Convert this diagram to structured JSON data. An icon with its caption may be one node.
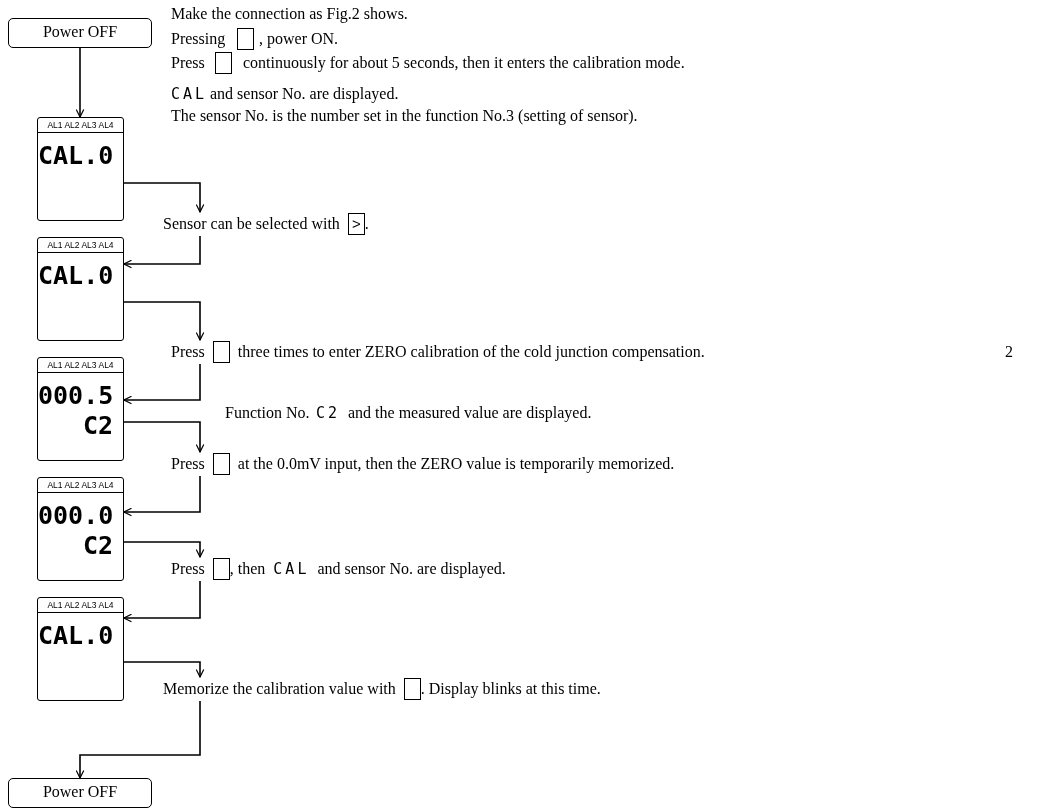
{
  "diagram": {
    "nodes": [
      {
        "text": [
          "Power OFF"
        ]
      },
      {
        "text": [
          "AL1 AL2 AL3 AL4",
          "CAL.0"
        ]
      },
      {
        "text": [
          "Sensor can be selected with",
          ">",
          "."
        ]
      },
      {
        "text": [
          "AL1 AL2 AL3 AL4",
          "CAL.0"
        ]
      },
      {
        "text": [
          "Press",
          "three times to enter ZERO calibration of the cold junction compensation."
        ]
      },
      {
        "text": [
          "AL1 AL2 AL3 AL4",
          "000.5",
          "C2"
        ]
      },
      {
        "text": [
          "Press",
          "at the 0.0mV input, then the ZERO value is temporarily memorized."
        ]
      },
      {
        "text": [
          "AL1 AL2 AL3 AL4",
          "000.0",
          "C2"
        ]
      },
      {
        "text": [
          "Press",
          ", then",
          "CAL",
          "and sensor No. are displayed."
        ]
      },
      {
        "text": [
          "AL1 AL2 AL3 AL4",
          "CAL.0"
        ]
      },
      {
        "text": [
          "Memorize the calibration value with",
          ".  Display blinks at this time."
        ]
      },
      {
        "text": [
          "Power OFF"
        ]
      }
    ],
    "edges": [
      {
        "from": 0,
        "to": 1,
        "arrow": "to"
      },
      {
        "from": 1,
        "to": 2,
        "arrow": "to"
      },
      {
        "from": 2,
        "to": 3,
        "arrow": "to"
      },
      {
        "from": 3,
        "to": 4,
        "arrow": "to"
      },
      {
        "from": 4,
        "to": 5,
        "arrow": "to"
      },
      {
        "from": 5,
        "to": 6,
        "arrow": "to"
      },
      {
        "from": 6,
        "to": 7,
        "arrow": "to"
      },
      {
        "from": 7,
        "to": 8,
        "arrow": "to"
      },
      {
        "from": 8,
        "to": 9,
        "arrow": "to"
      },
      {
        "from": 9,
        "to": 10,
        "arrow": "to"
      },
      {
        "from": 10,
        "to": 11,
        "arrow": "to"
      }
    ],
    "labels": [
      "Make the connection as Fig.2 shows.",
      "Pressing",
      ", power ON.",
      "Press",
      "continuously for about 5 seconds, then it enters the calibration mode.",
      "CAL",
      "and sensor No. are displayed.",
      "The sensor No. is the number set in the function No.3 (setting of sensor).",
      "2",
      "Function No.",
      "C2",
      "and the measured value are displayed."
    ]
  }
}
